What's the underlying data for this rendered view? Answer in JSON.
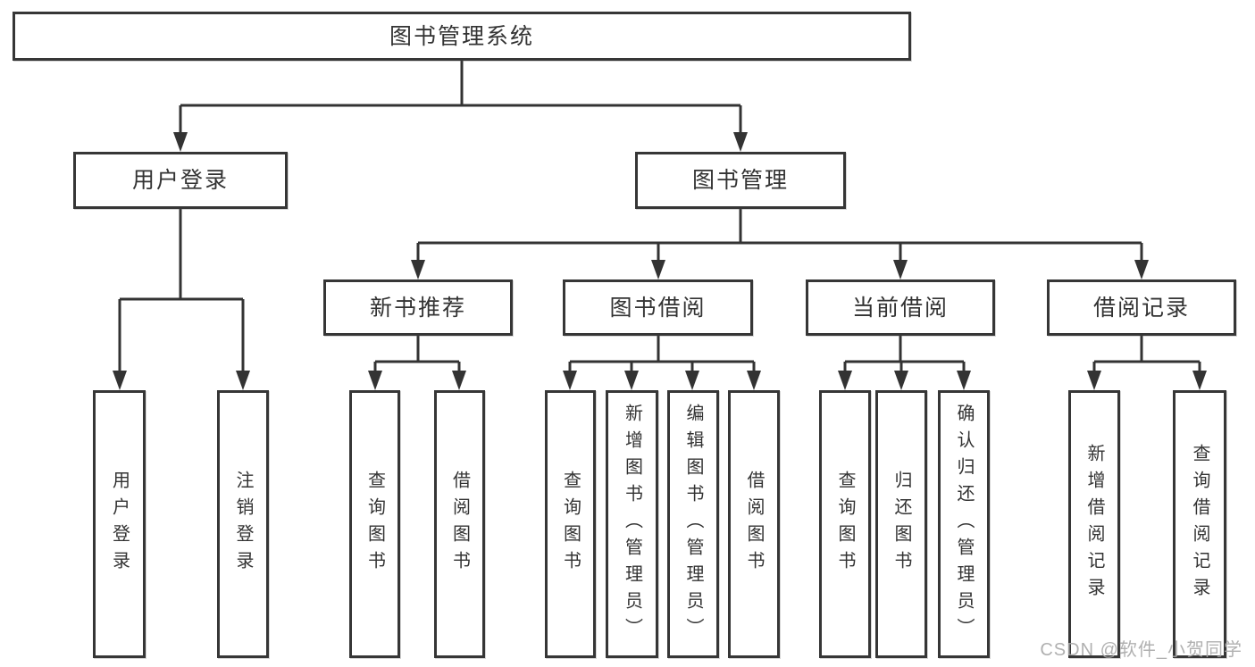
{
  "tree": {
    "root": "图书管理系统",
    "children": [
      {
        "label": "用户登录",
        "children": [
          "用户登录",
          "注销登录"
        ]
      },
      {
        "label": "图书管理",
        "children": [
          {
            "label": "新书推荐",
            "children": [
              "查询图书",
              "借阅图书"
            ]
          },
          {
            "label": "图书借阅",
            "children": [
              "查询图书",
              "新增图书（管理员）",
              "编辑图书（管理员）",
              "借阅图书"
            ]
          },
          {
            "label": "当前借阅",
            "children": [
              "查询图书",
              "归还图书",
              "确认归还（管理员）"
            ]
          },
          {
            "label": "借阅记录",
            "children": [
              "新增借阅记录",
              "查询借阅记录"
            ]
          }
        ]
      }
    ]
  },
  "watermark": "CSDN @软件_小贺同学",
  "colors": {
    "line": "#333333",
    "box_border": "#363636",
    "text": "#333333",
    "watermark": "#a8a8a8",
    "background": "#ffffff"
  }
}
